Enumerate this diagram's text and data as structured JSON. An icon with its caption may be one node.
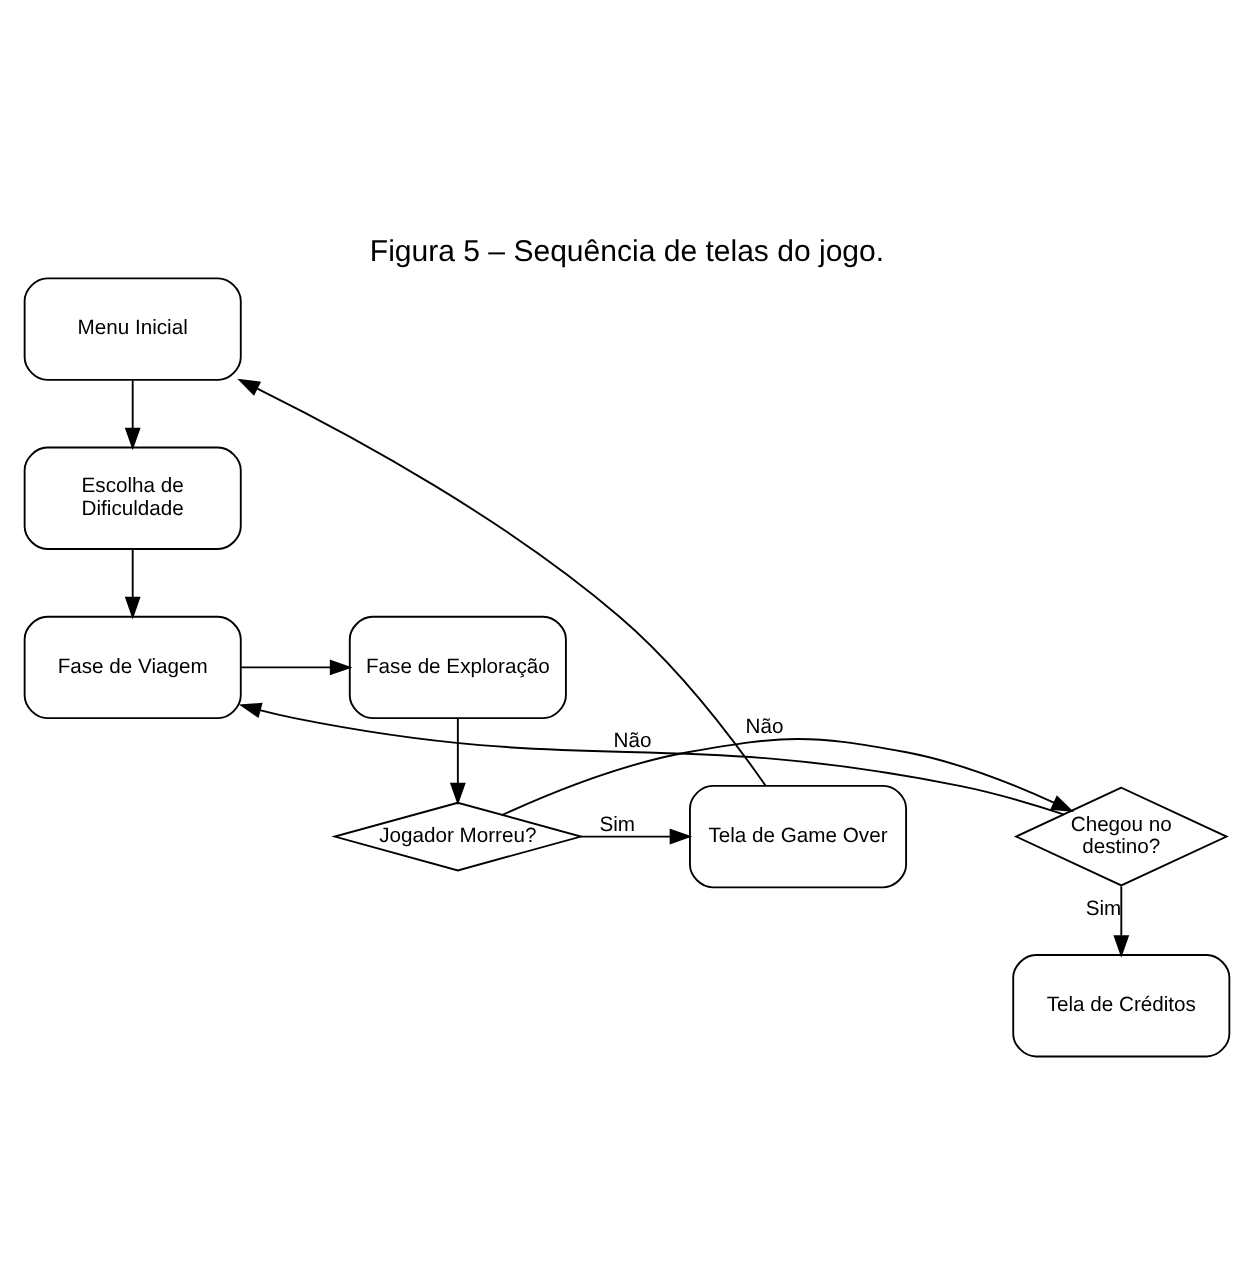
{
  "diagram": {
    "title": "Figura 5 – Sequência de telas do jogo.",
    "nodes": [
      {
        "text": [
          "Menu Inicial"
        ]
      },
      {
        "text": [
          "Escolha de Dificuldade"
        ]
      },
      {
        "text": [
          "Fase de Viagem"
        ]
      },
      {
        "text": [
          "Fase de Exploração"
        ]
      },
      {
        "text": [
          "Chegou no destino?"
        ]
      },
      {
        "text": [
          "Jogador Morreu?"
        ]
      },
      {
        "text": [
          "Tela de Game Over"
        ]
      },
      {
        "text": [
          "Tela de Créditos"
        ]
      }
    ],
    "edges": [
      {
        "from": 0,
        "to": 1,
        "arrow": "to"
      },
      {
        "from": 1,
        "to": 2,
        "arrow": "to"
      },
      {
        "from": 2,
        "to": 3,
        "arrow": "to"
      },
      {
        "from": 3,
        "to": 5,
        "arrow": "to"
      },
      {
        "from": 5,
        "to": 4,
        "arrow": "to",
        "label": "Não"
      },
      {
        "from": 5,
        "to": 6,
        "arrow": "to",
        "label": "Sim"
      },
      {
        "from": 4,
        "to": 2,
        "arrow": "to",
        "label": "Não"
      },
      {
        "from": 4,
        "to": 7,
        "arrow": "to",
        "label": "Sim"
      },
      {
        "from": 6,
        "to": 0,
        "arrow": "to"
      }
    ]
  }
}
